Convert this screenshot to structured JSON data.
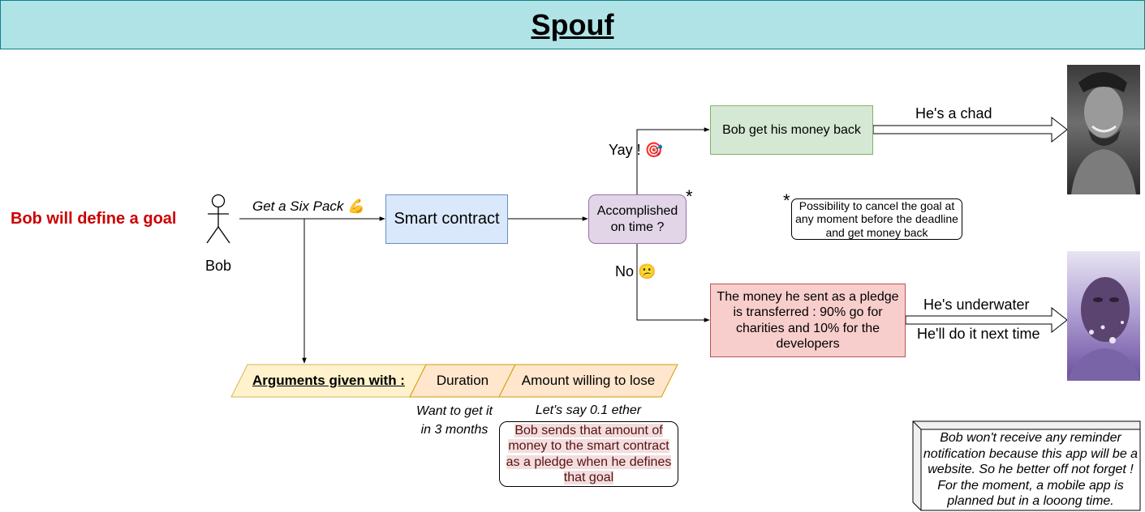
{
  "header": {
    "title": "Spouf"
  },
  "lead": {
    "text": "Bob will define a goal"
  },
  "actor": {
    "name": "Bob"
  },
  "flow": {
    "goal_label": "Get a Six Pack 💪",
    "smart_contract": "Smart contract",
    "decision": [
      "Accomplished",
      "on time ?"
    ],
    "decision_marker": "*",
    "yes_label": "Yay ! 🎯",
    "no_label": "No 😕",
    "success_box": "Bob get his money back",
    "success_arrow_label": "He's a chad",
    "failure_box": [
      "The money he sent as a pledge",
      "is transferred : 90% go for",
      "charities and 10% for the",
      "developers"
    ],
    "failure_arrow_label_top": "He's underwater",
    "failure_arrow_label_bottom": "He'll do it next time"
  },
  "cancel_note": {
    "marker": "*",
    "lines": [
      "Possibility to cancel the goal at",
      "any moment before the deadline",
      "and get money back"
    ]
  },
  "arguments": {
    "title": "Arguments given with :",
    "duration": "Duration",
    "amount": "Amount willing to lose",
    "duration_example": [
      "Want to get it",
      "in 3 months"
    ],
    "amount_example": "Let's say 0.1 ether",
    "amount_note": [
      "Bob sends that amount of",
      "money to the smart contract",
      "as a pledge when he defines",
      "that goal"
    ]
  },
  "reminder_note": {
    "lines": [
      "Bob won't receive any reminder",
      "notification because this app will be a",
      "website. So he better off not forget !",
      "For the moment, a mobile app is",
      "planned but in a looong time."
    ]
  },
  "images": {
    "success": "smiling-man-photo",
    "failure": "underwater-man-photo"
  },
  "colors": {
    "header": "#b0e3e6",
    "lead": "#cc0000",
    "smart_contract": "#dae8fc",
    "decision": "#e1d5e7",
    "success": "#d5e8d4",
    "failure": "#f8cecc",
    "arguments": "#fff2cc",
    "argument_items": "#ffe6cc"
  }
}
